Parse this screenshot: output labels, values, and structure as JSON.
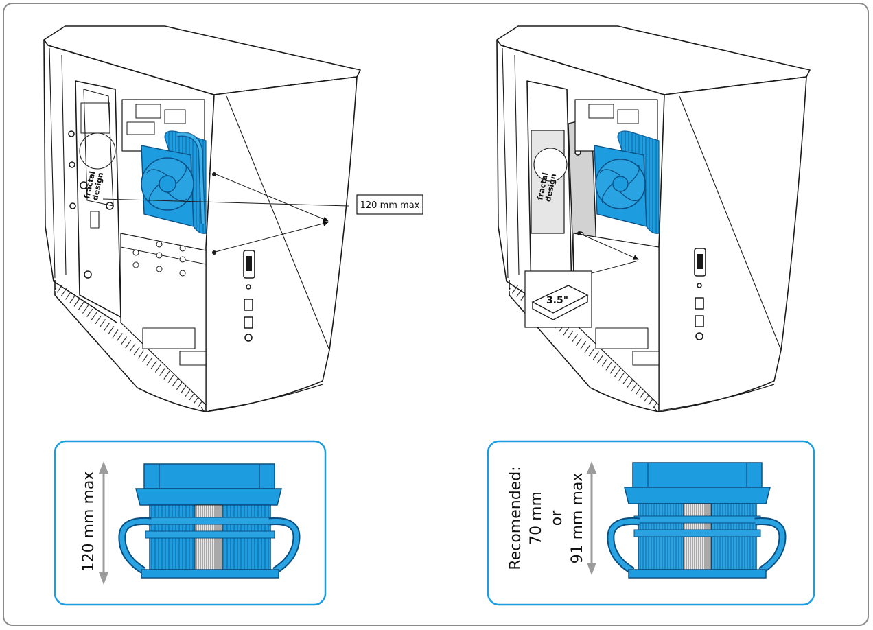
{
  "colors": {
    "accent": "#1e9ce0",
    "cooler_fill": "#1d8fd6",
    "cooler_dark": "#0e5f9a",
    "line": "#1a1a1a",
    "frame": "#8a8a8a",
    "arrow_gray": "#9c9c9c"
  },
  "left_case": {
    "dimension_label": "120 mm max",
    "brand_lines": [
      "fractal",
      "design"
    ]
  },
  "right_case": {
    "hdd_label": "3.5\"",
    "brand_lines": [
      "fractal",
      "design"
    ]
  },
  "left_panel": {
    "height_label": "120 mm max"
  },
  "right_panel": {
    "label_lines": [
      "Recomended:",
      "70 mm",
      "or",
      "91 mm max"
    ]
  }
}
